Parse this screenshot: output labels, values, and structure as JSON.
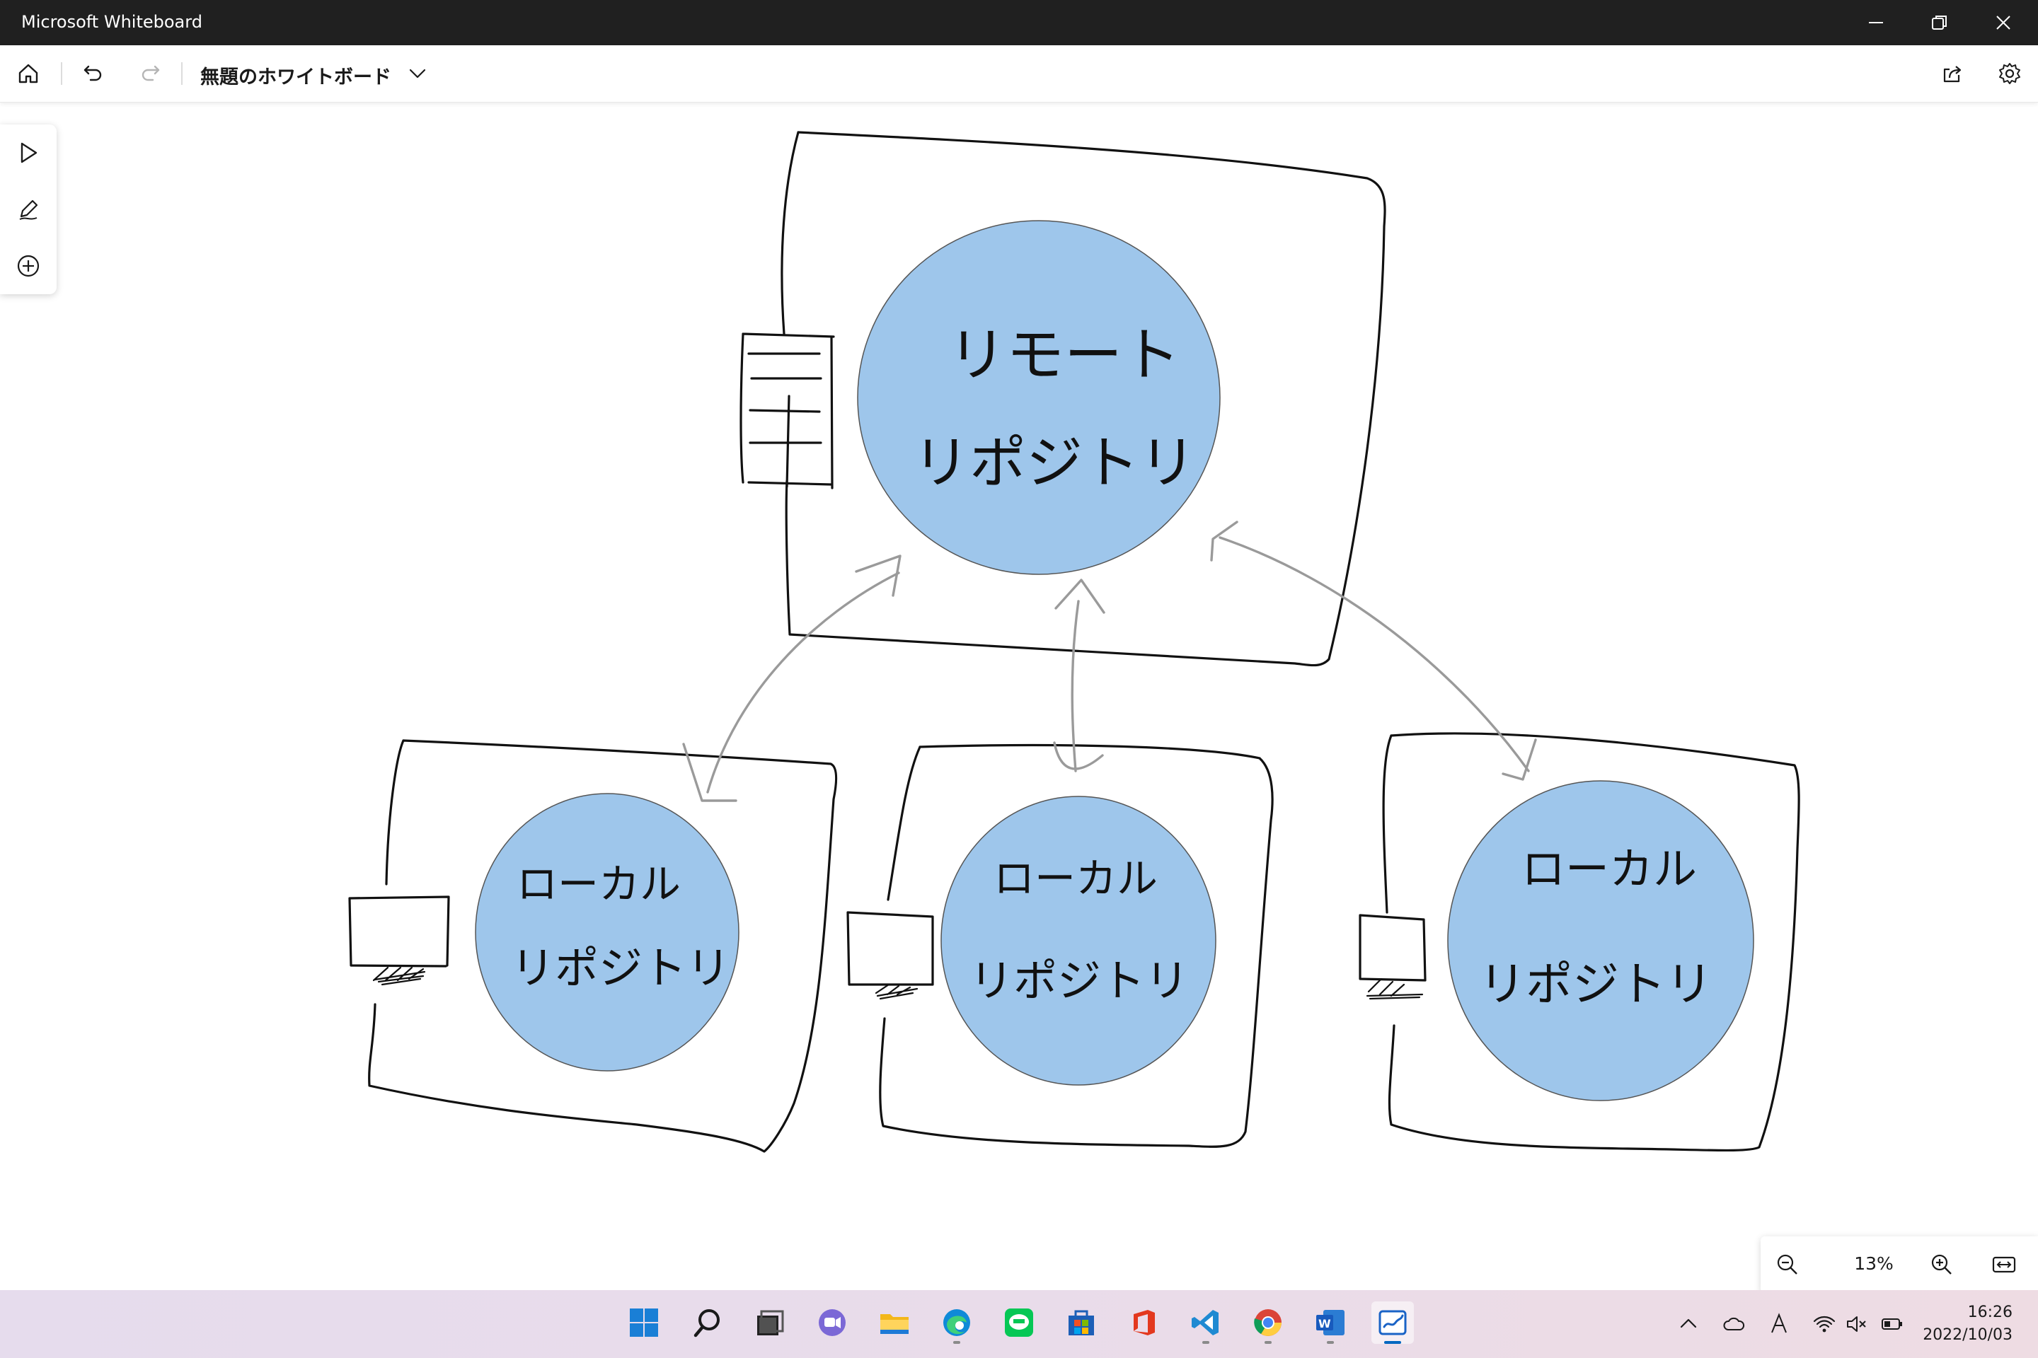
{
  "window": {
    "title": "Microsoft Whiteboard"
  },
  "toolbar": {
    "board_title": "無題のホワイトボード"
  },
  "board": {
    "remote": {
      "line1": "リモート",
      "line2": "リポジトリ"
    },
    "locals": [
      {
        "line1": "ローカル",
        "line2": "リポジトリ"
      },
      {
        "line1": "ローカル",
        "line2": "リポジトリ"
      },
      {
        "line1": "ローカル",
        "line2": "リポジトリ"
      }
    ],
    "circle_color": "#9ec6eb",
    "arrow_color": "#9a9a9a"
  },
  "zoom": {
    "level": "13%"
  },
  "taskbar": {
    "apps": [
      "start-icon",
      "search-icon",
      "task-view-icon",
      "teams-chat-icon",
      "file-explorer-icon",
      "edge-icon",
      "line-icon",
      "store-icon",
      "office-icon",
      "vscode-icon",
      "chrome-icon",
      "word-icon",
      "whiteboard-icon"
    ]
  },
  "clock": {
    "time": "16:26",
    "date": "2022/10/03"
  }
}
